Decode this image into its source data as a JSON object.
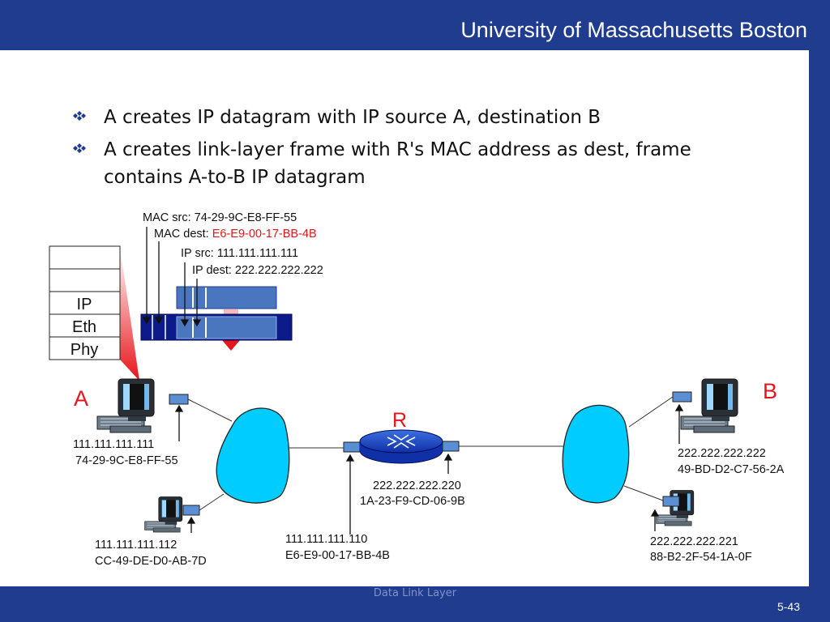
{
  "header": {
    "title": "University of Massachusetts Boston"
  },
  "footer": {
    "center": "Data Link Layer",
    "page": "5-43"
  },
  "bullets": [
    "A creates IP datagram with IP source A, destination B",
    "A creates link-layer frame with R's MAC address as dest, frame contains A-to-B IP datagram"
  ],
  "frame": {
    "mac_src_label": "MAC src: 74-29-9C-E8-FF-55",
    "mac_dest_label": "MAC dest: ",
    "mac_dest_value": "E6-E9-00-17-BB-4B",
    "ip_src_label": "IP src: 111.111.111.111",
    "ip_dest_label": "IP dest: 222.222.222.222"
  },
  "stack": {
    "layers": [
      "",
      "",
      "IP",
      "Eth",
      "Phy"
    ]
  },
  "nodes": {
    "a": {
      "name": "A",
      "ip": "111.111.111.111",
      "mac": "74-29-9C-E8-FF-55"
    },
    "a2": {
      "ip": "111.111.111.112",
      "mac": "CC-49-DE-D0-AB-7D"
    },
    "r_left": {
      "ip": "111.111.111.110",
      "mac": "E6-E9-00-17-BB-4B"
    },
    "r": {
      "name": "R"
    },
    "r_right": {
      "ip": "222.222.222.220",
      "mac": "1A-23-F9-CD-06-9B"
    },
    "b": {
      "name": "B",
      "ip": "222.222.222.222",
      "mac": "49-BD-D2-C7-56-2A"
    },
    "b2": {
      "ip": "222.222.222.221",
      "mac": "88-B2-2F-54-1A-0F"
    }
  },
  "colors": {
    "brand": "#1f3c8f",
    "highlight": "#e8141b",
    "cloud": "#00ccff",
    "packet": "#4a76c0"
  },
  "icons": [
    "diamond-bullet-icon",
    "computer-icon",
    "router-icon",
    "cloud-icon",
    "arrow-icon"
  ]
}
